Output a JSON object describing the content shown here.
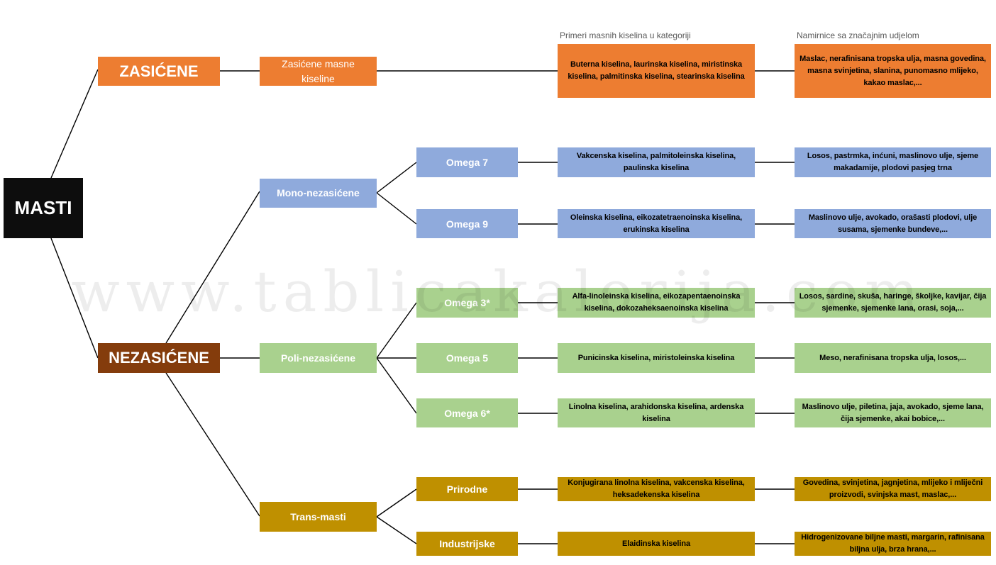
{
  "colors": {
    "root": "#0D0D0D",
    "saturated": "#ED7D31",
    "unsaturated": "#843C0C",
    "mono": "#8FAADC",
    "poly": "#A9D18E",
    "trans": "#BF9000",
    "text_light": "#FFFFFF",
    "text_dark": "#000000"
  },
  "root": {
    "label": "MASTI"
  },
  "column_headers": {
    "acids": "Primeri masnih kiselina u kategoriji",
    "foods": "Namirnice sa značajnim udjelom"
  },
  "saturated": {
    "label": "ZASIĆENE",
    "type": {
      "label": "Zasićene masne kiseline",
      "acids": "Buterna kiselina, laurinska kiselina, miristinska kiselina, palmitinska kiselina, stearinska kiselina",
      "foods": "Maslac, nerafinisana tropska ulja, masna govedina, masna svinjetina, slanina, punomasno mlijeko, kakao maslac,..."
    }
  },
  "unsaturated": {
    "label": "NEZASIĆENE",
    "types": [
      {
        "label": "Mono-nezasićene",
        "groups": [
          {
            "label": "Omega 7",
            "acids": "Vakcenska kiselina, palmitoleinska kiselina, paulinska kiselina",
            "foods": "Losos, pastrmka, inćuni, maslinovo ulje, sjeme makadamije, plodovi pasjeg trna"
          },
          {
            "label": "Omega 9",
            "acids": "Oleinska kiselina, eikozatetraenoinska kiselina, erukinska kiselina",
            "foods": "Maslinovo ulje, avokado, orašasti plodovi, ulje susama, sjemenke bundeve,..."
          }
        ]
      },
      {
        "label": "Poli-nezasićene",
        "groups": [
          {
            "label": "Omega 3*",
            "acids": "Alfa-linoleinska kiselina, eikozapentaenoinska kiselina, dokozaheksaenoinska kiselina",
            "foods": "Losos, sardine, skuša, haringe, školjke, kavijar, čija sjemenke, sjemenke lana, orasi, soja,..."
          },
          {
            "label": "Omega 5",
            "acids": "Punicinska kiselina, miristoleinska kiselina",
            "foods": "Meso, nerafinisana tropska ulja, losos,..."
          },
          {
            "label": "Omega 6*",
            "acids": "Linolna kiselina, arahidonska kiselina, ardenska kiselina",
            "foods": "Maslinovo ulje, piletina, jaja, avokado, sjeme lana, čija sjemenke, akai bobice,..."
          }
        ]
      },
      {
        "label": "Trans-masti",
        "groups": [
          {
            "label": "Prirodne",
            "acids": "Konjugirana linolna kiselina, vakcenska kiselina, heksadekenska kiselina",
            "foods": "Govedina, svinjetina, jagnjetina, mlijeko i mliječni proizvodi, svinjska mast, maslac,..."
          },
          {
            "label": "Industrijske",
            "acids": "Elaidinska kiselina",
            "foods": "Hidrogenizovane biljne masti, margarin, rafinisana biljna ulja, brza hrana,..."
          }
        ]
      }
    ]
  },
  "watermark": "www.tablicakalorija.com"
}
